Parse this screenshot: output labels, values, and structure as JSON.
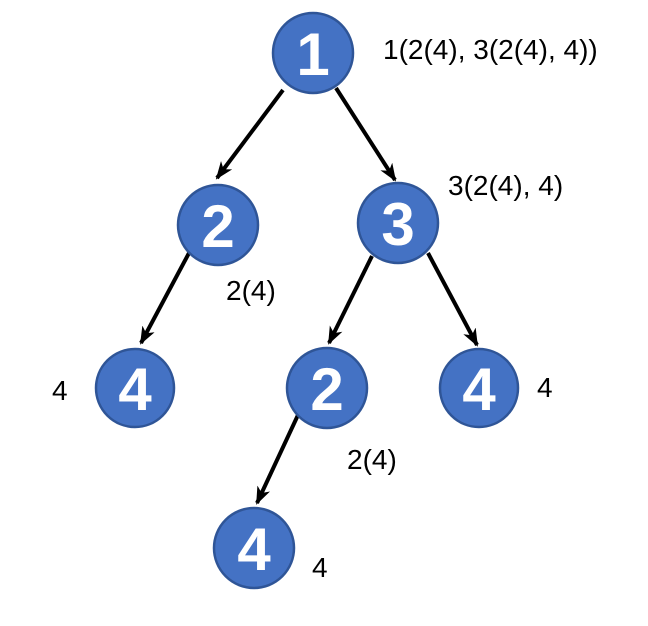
{
  "diagram": {
    "type": "tree",
    "description": "Tree of numbered nodes with nested-parentheses expression annotations",
    "colors": {
      "node_fill": "#4472C4",
      "node_border": "#2F5597",
      "node_text": "#FFFFFF",
      "arrow": "#000000",
      "annotation_text": "#000000",
      "background": "#FFFFFF"
    },
    "nodes": [
      {
        "id": "root",
        "label": "1"
      },
      {
        "id": "left-child",
        "label": "2"
      },
      {
        "id": "right-child",
        "label": "3"
      },
      {
        "id": "left-leaf",
        "label": "4"
      },
      {
        "id": "middle-child",
        "label": "2"
      },
      {
        "id": "right-leaf",
        "label": "4"
      },
      {
        "id": "bottom-leaf",
        "label": "4"
      }
    ],
    "edges": [
      {
        "from": "root",
        "to": "left-child"
      },
      {
        "from": "root",
        "to": "right-child"
      },
      {
        "from": "left-child",
        "to": "left-leaf"
      },
      {
        "from": "right-child",
        "to": "middle-child"
      },
      {
        "from": "right-child",
        "to": "right-leaf"
      },
      {
        "from": "middle-child",
        "to": "bottom-leaf"
      }
    ],
    "annotations": {
      "root_expr": "1(2(4), 3(2(4), 4))",
      "node3_expr": "3(2(4), 4)",
      "node2_expr": "2(4)",
      "node2b_expr": "2(4)",
      "leaf4_left": "4",
      "leaf4_right": "4",
      "leaf4_bottom": "4"
    }
  }
}
